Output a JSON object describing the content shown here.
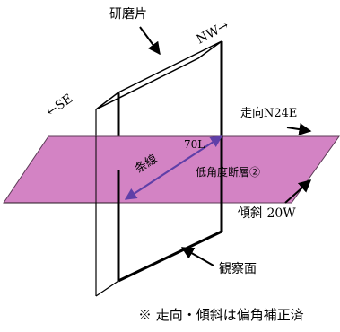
{
  "diagram": {
    "labels": {
      "sample_piece": "研磨片",
      "nw": "NW→",
      "se": "←SE",
      "strike": "走向N24E",
      "rake": "70L",
      "striation": "条線",
      "fault": "低角度断層②",
      "dip": "傾斜 20W",
      "observation_face": "観察面",
      "note": "※ 走向・傾斜は偏角補正済"
    },
    "colors": {
      "fault_plane": "#d383c4",
      "fault_plane_edge": "#5b3a55",
      "striation_arrow": "#5f3fa8",
      "outline": "#000000"
    }
  }
}
